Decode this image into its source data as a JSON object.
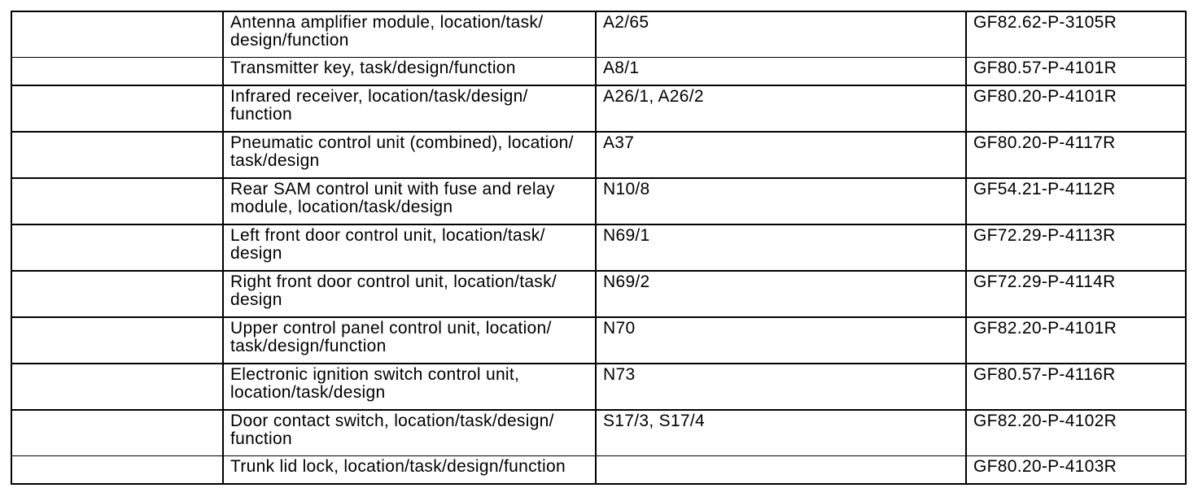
{
  "colors": {
    "background": "#ffffff",
    "border": "#000000",
    "text": "#000000"
  },
  "table": {
    "description": "Component function reference table (scanned document, no header row; first column empty)",
    "rows": [
      {
        "object": "",
        "description": "Antenna amplifier module, location/task/\ndesign/function",
        "components": "A2/65",
        "document": "GF82.62-P-3105R"
      },
      {
        "object": "",
        "description": "Transmitter key, task/design/function",
        "components": "A8/1",
        "document": "GF80.57-P-4101R"
      },
      {
        "object": "",
        "description": "Infrared receiver, location/task/design/\nfunction",
        "components": "A26/1, A26/2",
        "document": "GF80.20-P-4101R"
      },
      {
        "object": "",
        "description": "Pneumatic control unit (combined), location/\ntask/design",
        "components": "A37",
        "document": "GF80.20-P-4117R"
      },
      {
        "object": "",
        "description": "Rear SAM control unit with fuse and relay\nmodule, location/task/design",
        "components": "N10/8",
        "document": "GF54.21-P-4112R"
      },
      {
        "object": "",
        "description": "Left front door control unit, location/task/\ndesign",
        "components": "N69/1",
        "document": "GF72.29-P-4113R"
      },
      {
        "object": "",
        "description": "Right front door control unit, location/task/\ndesign",
        "components": "N69/2",
        "document": "GF72.29-P-4114R"
      },
      {
        "object": "",
        "description": "Upper control panel control unit, location/\ntask/design/function",
        "components": "N70",
        "document": "GF82.20-P-4101R"
      },
      {
        "object": "",
        "description": "Electronic ignition switch control unit,\nlocation/task/design",
        "components": "N73",
        "document": "GF80.57-P-4116R"
      },
      {
        "object": "",
        "description": "Door contact switch, location/task/design/\nfunction",
        "components": "S17/3, S17/4",
        "document": "GF82.20-P-4102R"
      },
      {
        "object": "",
        "description": "Trunk lid lock, location/task/design/function",
        "components": "",
        "document": "GF80.20-P-4103R"
      }
    ]
  }
}
